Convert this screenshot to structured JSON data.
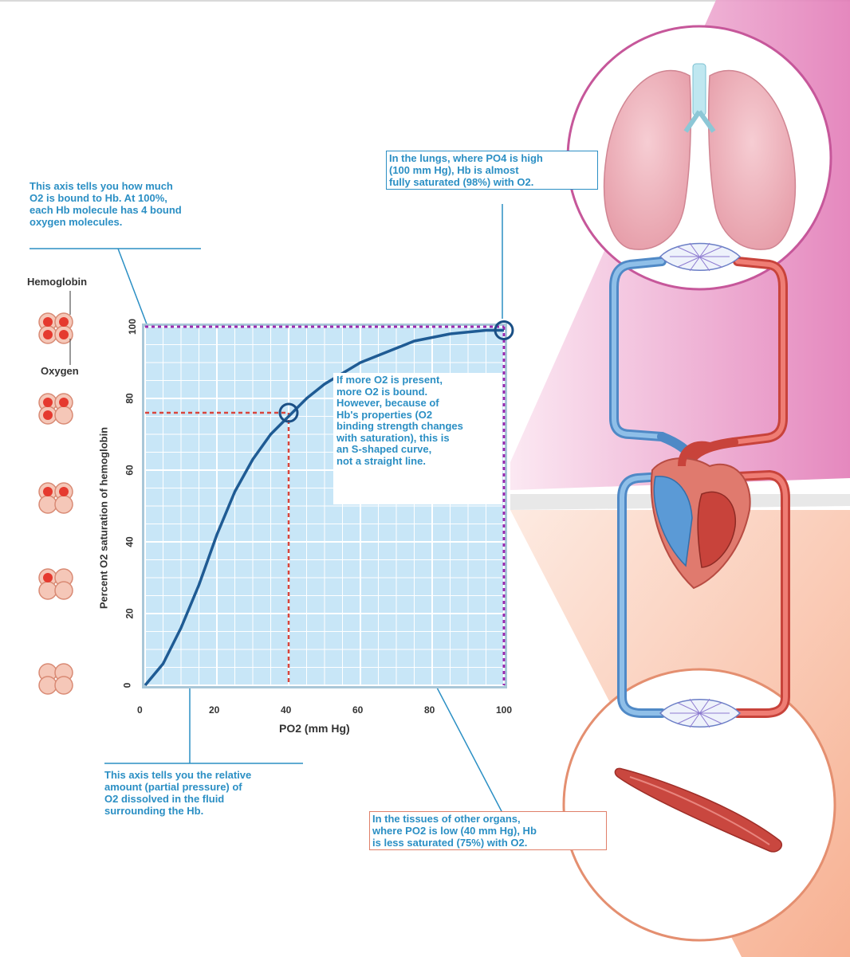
{
  "annotations": {
    "y_axis_note": [
      "This axis tells you how much",
      "O2 is bound to Hb. At 100%,",
      "each Hb molecule has 4 bound",
      "oxygen molecules."
    ],
    "lungs_note": [
      "In the lungs, where PO4 is high",
      "(100 mm Hg), Hb is almost",
      "fully saturated (98%) with O2."
    ],
    "curve_note": [
      "If more O2 is present,",
      "more O2 is bound.",
      "However, because of",
      "Hb's properties (O2",
      "binding strength changes",
      "with saturation), this is",
      "an S-shaped curve,",
      "not a straight line."
    ],
    "x_axis_note": [
      "This axis tells you the relative",
      "amount (partial pressure) of",
      "O2 dissolved in the fluid",
      "surrounding the Hb."
    ],
    "tissues_note": [
      "In the tissues of other organs,",
      "where PO2 is low (40 mm Hg), Hb",
      "is less saturated (75%) with O2."
    ]
  },
  "labels": {
    "hemoglobin": "Hemoglobin",
    "oxygen": "Oxygen"
  },
  "chart_data": {
    "type": "line",
    "xlabel": "PO2 (mm Hg)",
    "ylabel": "Percent O2 saturation of hemoglobin",
    "xlim": [
      0,
      100
    ],
    "ylim": [
      0,
      100
    ],
    "x_ticks": [
      "0",
      "20",
      "40",
      "60",
      "80",
      "100"
    ],
    "y_ticks": [
      "0",
      "20",
      "40",
      "60",
      "80",
      "100"
    ],
    "grid": true,
    "series": [
      {
        "x": [
          0,
          5,
          10,
          15,
          20,
          25,
          30,
          35,
          40,
          45,
          50,
          55,
          60,
          65,
          70,
          75,
          80,
          85,
          90,
          95,
          100
        ],
        "y": [
          0,
          6,
          16,
          28,
          42,
          54,
          63,
          70,
          75,
          80,
          84,
          87,
          90,
          92,
          94,
          96,
          97,
          98,
          98.5,
          99,
          99
        ]
      }
    ],
    "highlighted_points": [
      {
        "x": 100,
        "y": 99
      },
      {
        "x": 40,
        "y": 76
      }
    ]
  },
  "hemoglobin_bound_counts": [
    4,
    3,
    2,
    1,
    0
  ],
  "colors": {
    "annotation_blue": "#2b8fc4",
    "plot_bg": "#c8e6f7",
    "curve": "#1f5b94",
    "guide_red": "#d9453c",
    "guide_purple": "#9a2ab0",
    "artery_red": "#d9534a",
    "vein_blue": "#5f9ad6",
    "lung_pink": "#f0b7c0",
    "muscle_red": "#c9473f"
  }
}
